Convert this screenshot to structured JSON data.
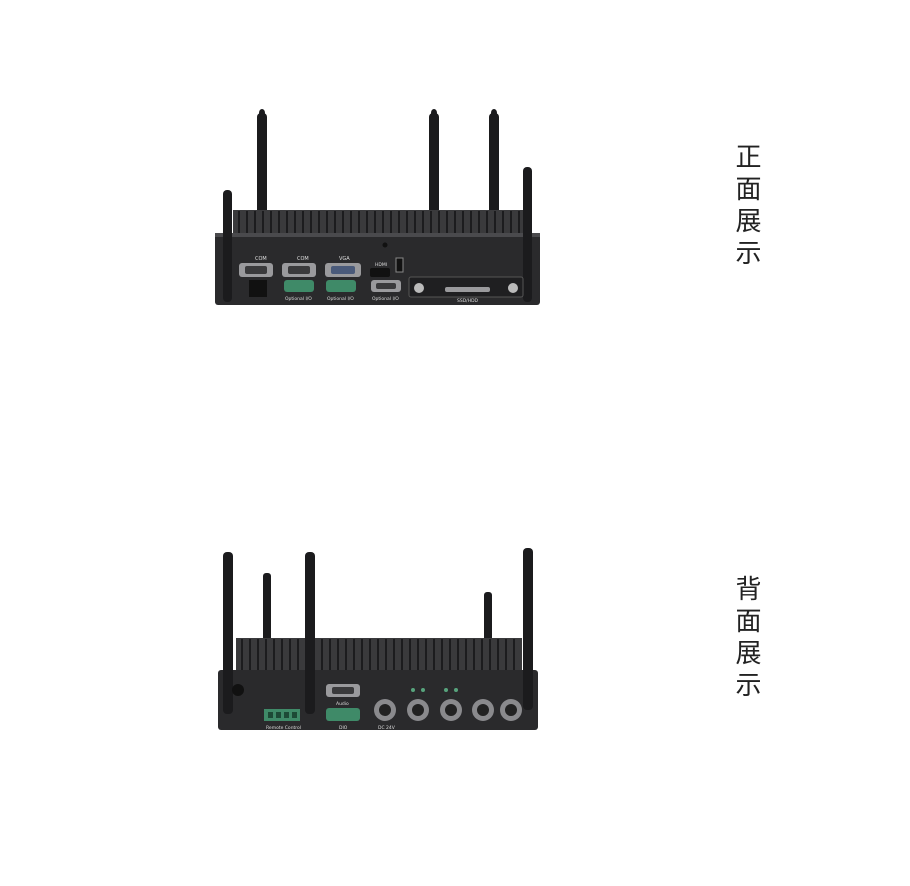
{
  "front": {
    "caption": "正面展示",
    "port_labels": {
      "com1": "COM",
      "com2": "COM",
      "vga": "VGA",
      "hdmi": "HDMI",
      "opt1": "Optional I/O",
      "opt2": "Optional I/O",
      "opt3": "Optional I/O",
      "ssd": "SSD/HDD"
    }
  },
  "back": {
    "caption": "背面展示",
    "port_labels": {
      "remote": "Remote Control",
      "audio": "Audio",
      "dio": "DIO",
      "dc": "DC 24V"
    }
  },
  "colors": {
    "chassis": "#2a2a2c",
    "fins": "#3a3a3c",
    "antenna": "#1b1b1d",
    "connector_green": "#3f8a68"
  }
}
